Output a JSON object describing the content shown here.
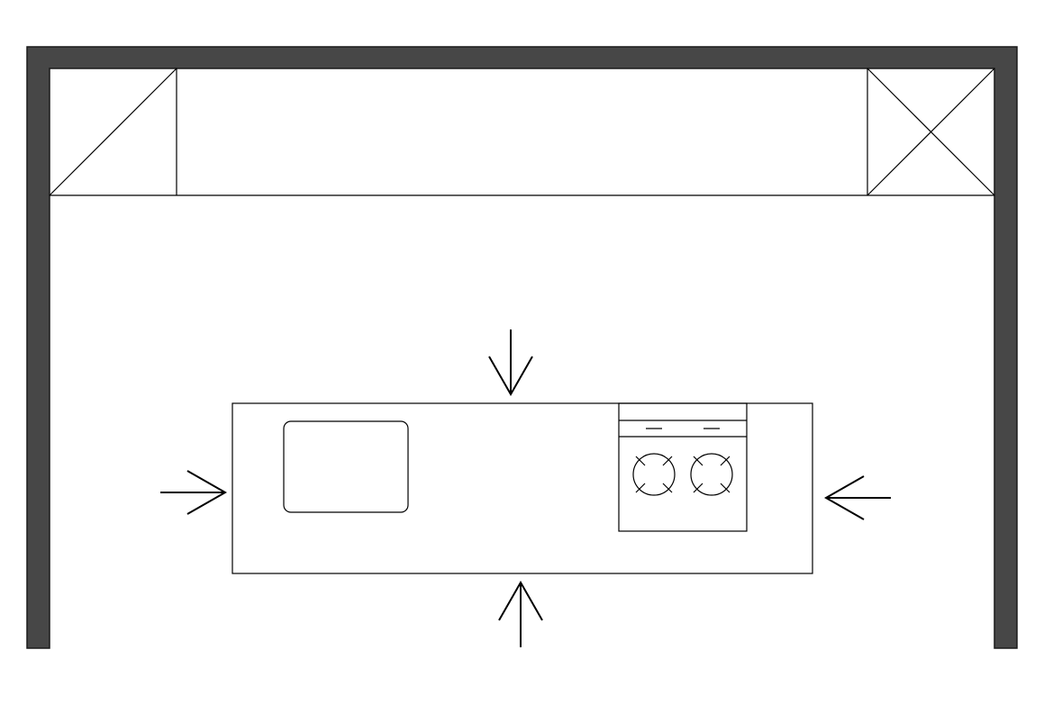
{
  "diagram": {
    "type": "kitchen-island-floor-plan",
    "elements": {
      "walls": {
        "shape": "U-shaped wall, open at bottom",
        "fill_color": "#474747",
        "stroke_color": "#1a1a1a"
      },
      "back_counter": {
        "left_cabinet": "diagonal-cross-hatch",
        "right_cabinet": "x-cross-hatch"
      },
      "island": {
        "sink": "rounded-rectangle",
        "cooktop_burners": 2
      },
      "access_arrows": [
        "top",
        "bottom",
        "left",
        "right"
      ]
    },
    "colors": {
      "background": "#ffffff",
      "line": "#000000",
      "wall": "#474747"
    }
  }
}
